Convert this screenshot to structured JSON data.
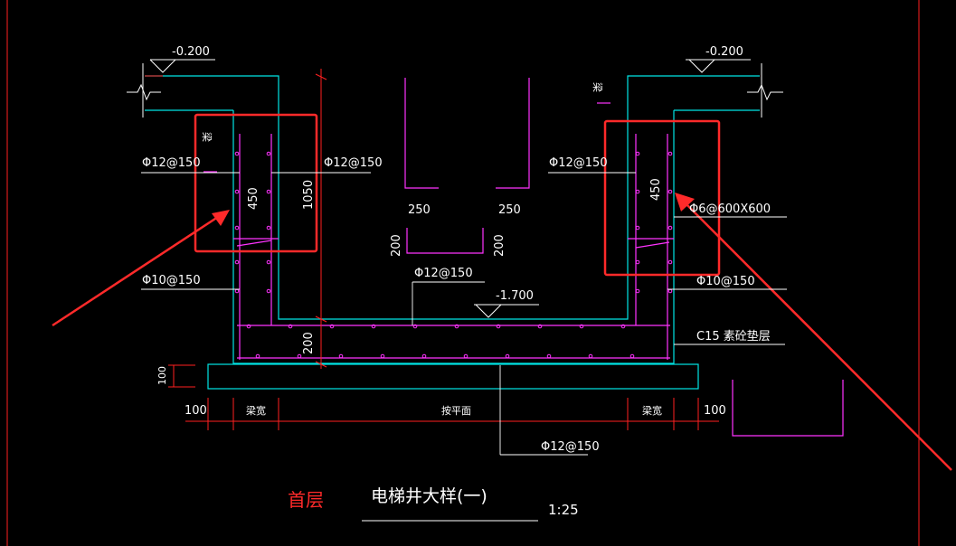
{
  "colors": {
    "background": "#000000",
    "outline": "#00e5e5",
    "rebar": "#ff33ff",
    "dimension": "#ff2020",
    "leader": "#ffffff",
    "highlight": "#ff2a2a"
  },
  "elevations": {
    "top_left": "-0.200",
    "top_right": "-0.200",
    "pit_bottom": "-1.700"
  },
  "rebar_labels": {
    "left_outer": "Φ12@150",
    "left_inner": "Φ12@150",
    "right_inner": "Φ12@150",
    "left_lower": "Φ10@150",
    "right_lower": "Φ10@150",
    "floor_top": "Φ12@150",
    "floor_bottom": "Φ12@150",
    "opening": "Φ6@600X600"
  },
  "beam_labels": {
    "left": "梁",
    "right": "梁"
  },
  "layer_label": "C15 素砼垫层",
  "dimensions": {
    "left_450": "450",
    "right_450": "450",
    "depth_1050": "1050",
    "slab_200": "200",
    "cushion_100": "100",
    "left_100": "100",
    "right_100": "100",
    "left_beam_width": "梁宽",
    "right_beam_width": "梁宽",
    "span": "按平面"
  },
  "bar_shapes": {
    "leg_left": "250",
    "leg_right": "250",
    "base_left": "200",
    "base_right": "200"
  },
  "title": {
    "floor": "首层",
    "name": "电梯井大样(一)",
    "scale": "1:25"
  }
}
